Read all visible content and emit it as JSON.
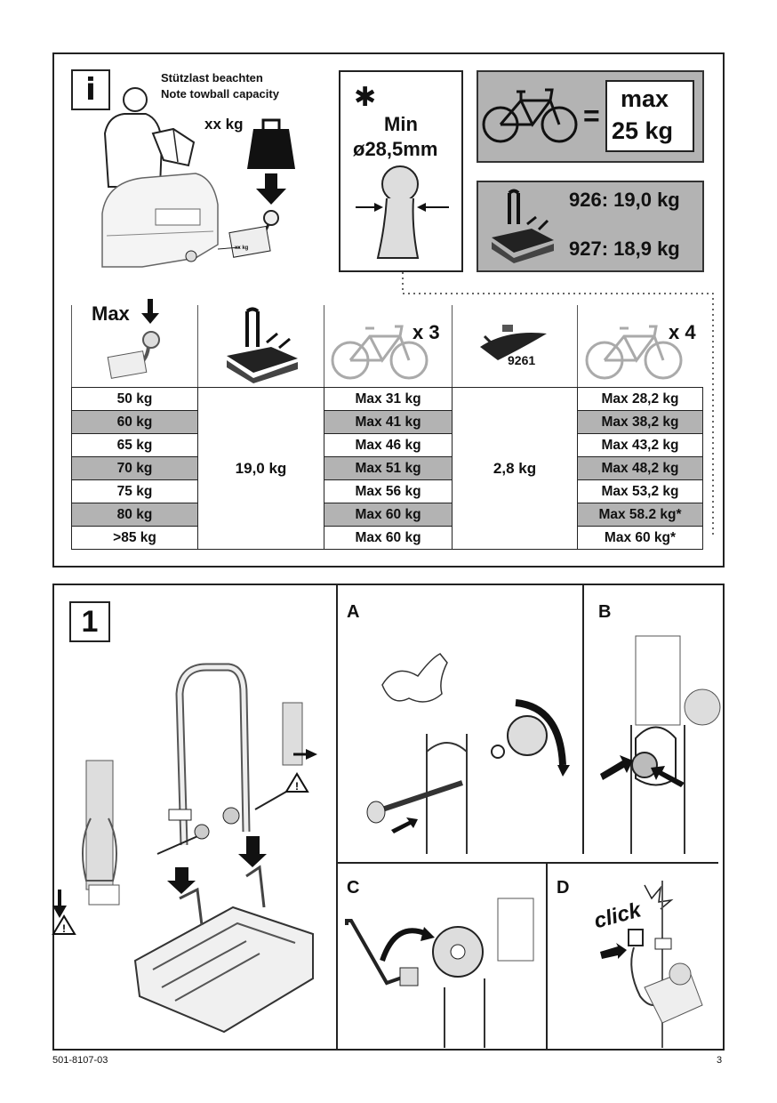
{
  "info_panel": {
    "badge": "i",
    "note_de": "Stützlast beachten",
    "note_en": "Note towball capacity",
    "weight_label": "xx kg",
    "small_label": "xx kg",
    "asterisk": "✱",
    "min_label": "Min",
    "diameter": "ø28,5mm",
    "max_word": "max",
    "max_weight": "25 kg",
    "equals": "=",
    "model_926": "926: 19,0 kg",
    "model_927": "927: 18,9 kg"
  },
  "table": {
    "header_max": "Max",
    "header_bikes3": "x 3",
    "header_part": "9261",
    "header_bikes4": "x 4",
    "carrier_weight": "19,0 kg",
    "part_weight": "2,8 kg",
    "rows": [
      {
        "towball": "50 kg",
        "x3": "Max 31 kg",
        "x4": "Max 28,2 kg"
      },
      {
        "towball": "60 kg",
        "x3": "Max 41 kg",
        "x4": "Max 38,2 kg"
      },
      {
        "towball": "65 kg",
        "x3": "Max 46 kg",
        "x4": "Max 43,2 kg"
      },
      {
        "towball": "70 kg",
        "x3": "Max 51 kg",
        "x4": "Max 48,2 kg"
      },
      {
        "towball": "75 kg",
        "x3": "Max 56 kg",
        "x4": "Max 53,2 kg"
      },
      {
        "towball": "80 kg",
        "x3": "Max 60 kg",
        "x4": "Max 58.2 kg*"
      },
      {
        "towball": ">85 kg",
        "x3": "Max 60 kg",
        "x4": "Max 60 kg*"
      }
    ]
  },
  "step1": {
    "badge": "1",
    "label_a": "A",
    "label_b": "B",
    "label_c": "C",
    "label_d": "D",
    "click_text": "click"
  },
  "footer": {
    "doc_number": "501-8107-03",
    "page_number": "3"
  },
  "colors": {
    "gray_fill": "#b3b3b3",
    "line": "#222222"
  }
}
